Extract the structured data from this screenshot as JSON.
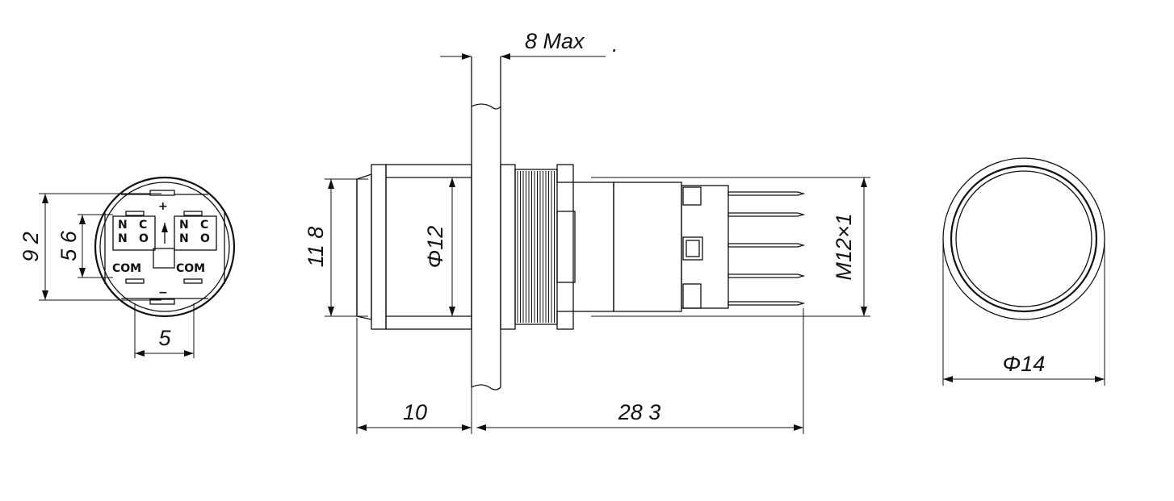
{
  "dimensions": {
    "max_thickness": "8 Max",
    "dot": ".",
    "height_total": "9 2",
    "height_inner": "5 6",
    "width_pins": "5",
    "body_height": "11 8",
    "diam12": "Φ12",
    "thread": "M12×1",
    "length_front": "10",
    "length_body": "28 3",
    "diam14": "Φ14"
  },
  "terminals": {
    "plus": "+",
    "minus": "−",
    "n1": "N",
    "c1": "C",
    "n2": "N",
    "o1": "O",
    "n3": "N",
    "c2": "C",
    "n4": "N",
    "o2": "O",
    "com_left": "COM",
    "com_right": "COM"
  }
}
